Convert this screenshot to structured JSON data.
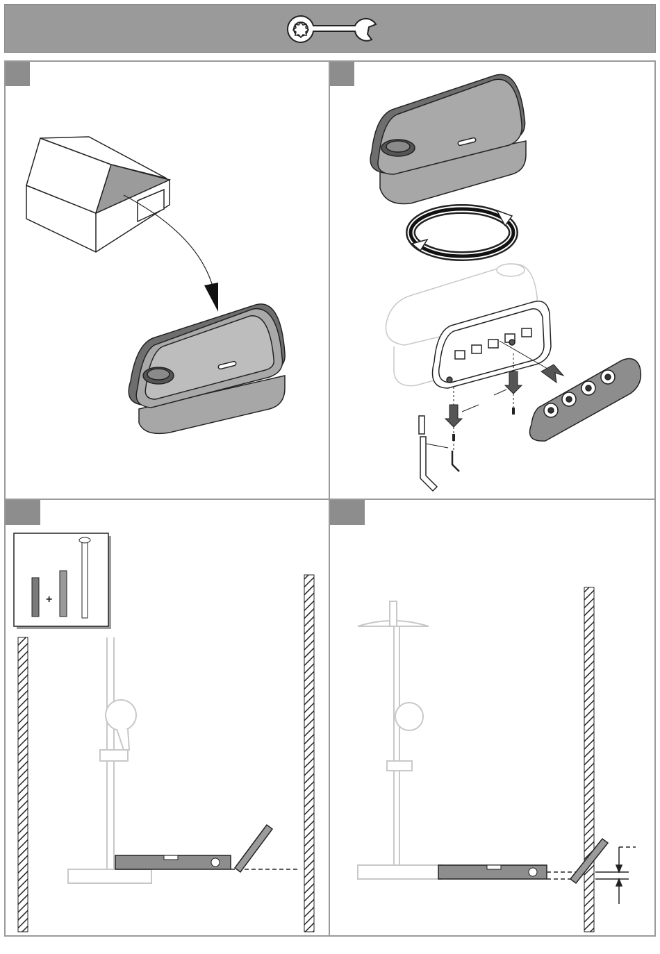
{
  "header": {
    "icon": "wrench-icon",
    "background": "#9a9a9a"
  },
  "steps": [
    {
      "id": "step-1",
      "tab_color": "#8d8d8d"
    },
    {
      "id": "step-2",
      "tab_color": "#8d8d8d"
    },
    {
      "id": "step-3",
      "tab_color": "#8d8d8d"
    },
    {
      "id": "step-4",
      "tab_color": "#8d8d8d"
    }
  ],
  "tools": {
    "plus_sign": "+"
  },
  "colors": {
    "line": "#222222",
    "faint": "#c8c8c8",
    "fill_gray": "#9b9b9b",
    "dark_gray": "#555555"
  }
}
